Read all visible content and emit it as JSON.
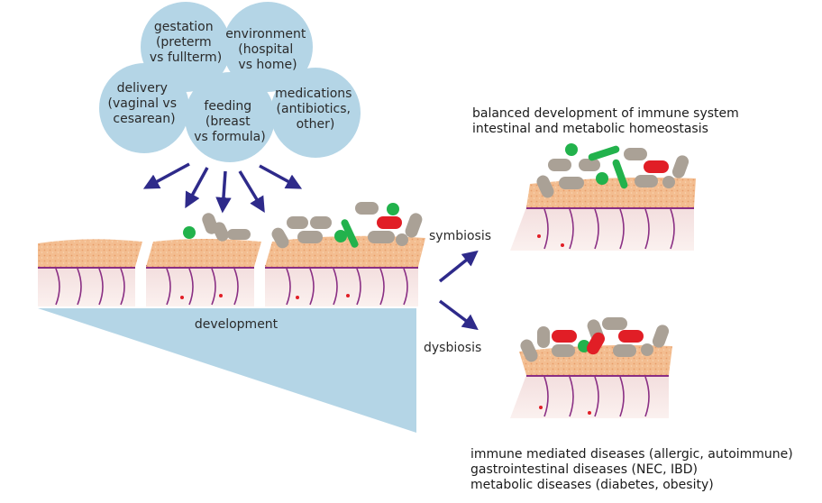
{
  "factors": [
    {
      "id": "gestation",
      "lines": [
        "gestation",
        "(preterm",
        "vs fullterm)"
      ]
    },
    {
      "id": "environment",
      "lines": [
        "environment",
        "(hospital",
        "vs home)"
      ]
    },
    {
      "id": "delivery",
      "lines": [
        "delivery",
        "(vaginal vs",
        "cesarean)"
      ]
    },
    {
      "id": "feeding",
      "lines": [
        "feeding",
        "(breast",
        "vs formula)"
      ]
    },
    {
      "id": "medications",
      "lines": [
        "medications",
        "(antibiotics,",
        "other)"
      ]
    }
  ],
  "labels": {
    "development": "development",
    "symbiosis": "symbiosis",
    "dysbiosis": "dysbiosis"
  },
  "outcomes": {
    "symbiosis": [
      "balanced development of immune system",
      "intestinal and metabolic homeostasis"
    ],
    "dysbiosis": [
      "immune mediated diseases (allergic, autoimmune)",
      "gastrointestinal diseases (NEC, IBD)",
      "metabolic diseases (diabetes, obesity)"
    ]
  },
  "colors": {
    "circle": "#b4d5e6",
    "arrow": "#2e2a8a",
    "wedge": "#b4d5e6",
    "mucus": "#f2b98a",
    "villus_border": "#8a2f84",
    "cell_fill": "#f7e6e2",
    "green_bacteria": "#22b24c",
    "red_bacteria": "#e11e26",
    "gray_bacteria": "#aaa196"
  }
}
